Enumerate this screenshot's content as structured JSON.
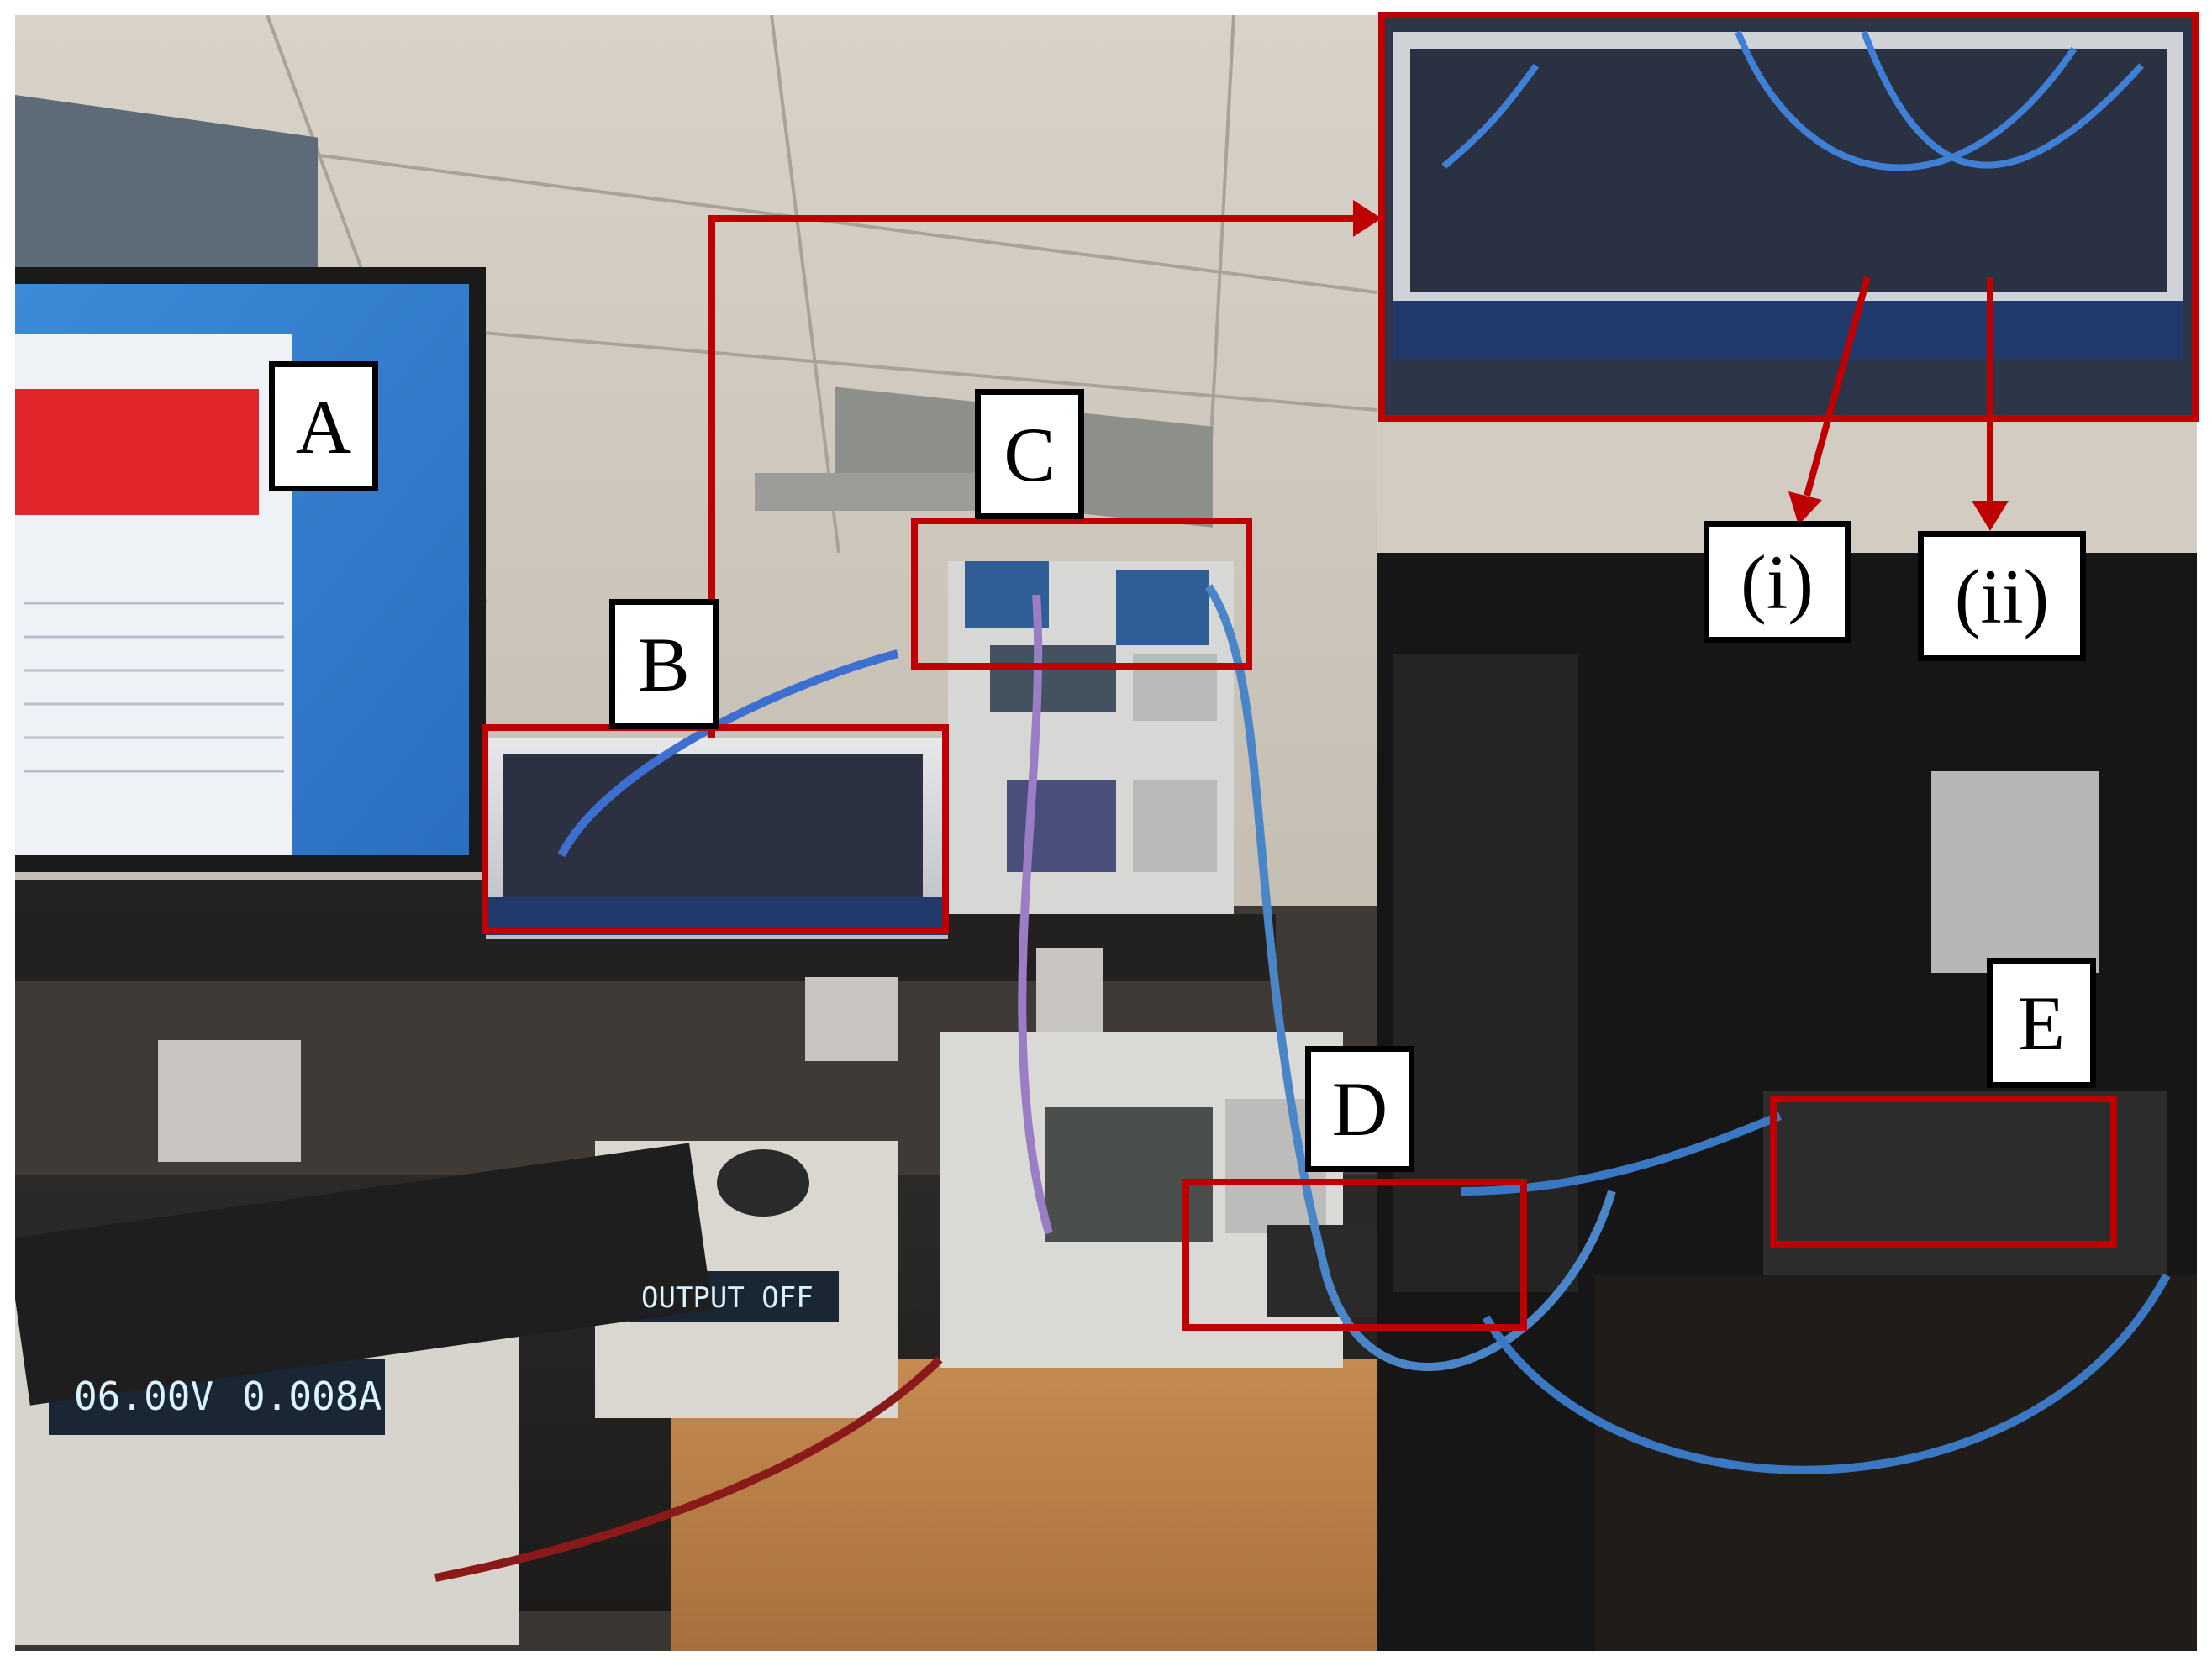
{
  "labels": {
    "a": "A",
    "b": "B",
    "c": "C",
    "d": "D",
    "e": "E",
    "i": "(i)",
    "ii": "(ii)"
  },
  "instrument_readouts": {
    "power_supply_voltage": "06.00V",
    "power_supply_current": "0.008A",
    "second_supply_display": "OUTPUT OFF"
  },
  "colors": {
    "highlight": "#c00000",
    "label_border": "#000000",
    "label_fill": "#ffffff"
  }
}
